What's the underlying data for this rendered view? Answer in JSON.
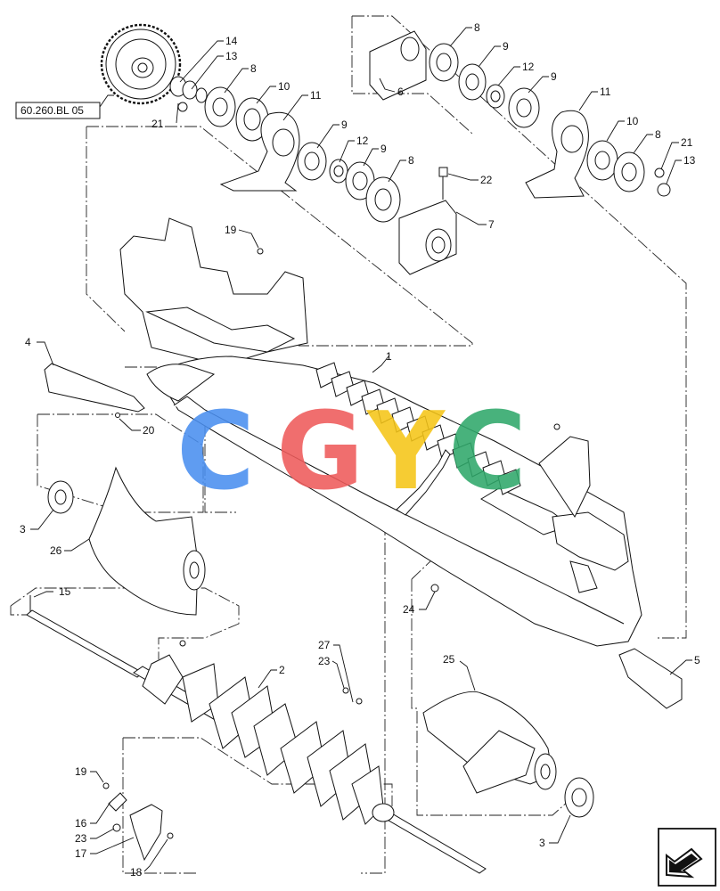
{
  "reference_box": {
    "label": "60.260.BL 05"
  },
  "watermark": {
    "letters": [
      "C",
      "G",
      "Y",
      "C"
    ],
    "colors": [
      "#4a8ff0",
      "#ef5b5b",
      "#f5c518",
      "#2fa86a"
    ]
  },
  "callouts": [
    {
      "id": "c14a",
      "text": "14"
    },
    {
      "id": "c13a",
      "text": "13"
    },
    {
      "id": "c8a",
      "text": "8"
    },
    {
      "id": "c21a",
      "text": "21"
    },
    {
      "id": "c10a",
      "text": "10"
    },
    {
      "id": "c11a",
      "text": "11"
    },
    {
      "id": "c9a",
      "text": "9"
    },
    {
      "id": "c12a",
      "text": "12"
    },
    {
      "id": "c9b",
      "text": "9"
    },
    {
      "id": "c8b",
      "text": "8"
    },
    {
      "id": "c8c",
      "text": "8"
    },
    {
      "id": "c9c",
      "text": "9"
    },
    {
      "id": "c12b",
      "text": "12"
    },
    {
      "id": "c9d",
      "text": "9"
    },
    {
      "id": "c6",
      "text": "6"
    },
    {
      "id": "c11b",
      "text": "11"
    },
    {
      "id": "c10b",
      "text": "10"
    },
    {
      "id": "c8d",
      "text": "8"
    },
    {
      "id": "c21b",
      "text": "21"
    },
    {
      "id": "c13b",
      "text": "13"
    },
    {
      "id": "c22",
      "text": "22"
    },
    {
      "id": "c7",
      "text": "7"
    },
    {
      "id": "c19a",
      "text": "19"
    },
    {
      "id": "c1",
      "text": "1"
    },
    {
      "id": "c4",
      "text": "4"
    },
    {
      "id": "c20",
      "text": "20"
    },
    {
      "id": "c3a",
      "text": "3"
    },
    {
      "id": "c26",
      "text": "26"
    },
    {
      "id": "c15",
      "text": "15"
    },
    {
      "id": "c24",
      "text": "24"
    },
    {
      "id": "c2",
      "text": "2"
    },
    {
      "id": "c27",
      "text": "27"
    },
    {
      "id": "c23a",
      "text": "23"
    },
    {
      "id": "c25",
      "text": "25"
    },
    {
      "id": "c5",
      "text": "5"
    },
    {
      "id": "c19b",
      "text": "19"
    },
    {
      "id": "c16",
      "text": "16"
    },
    {
      "id": "c23b",
      "text": "23"
    },
    {
      "id": "c17",
      "text": "17"
    },
    {
      "id": "c18",
      "text": "18"
    },
    {
      "id": "c3b",
      "text": "3"
    }
  ],
  "nav_icon": {
    "name": "previous-view-arrow-icon"
  }
}
